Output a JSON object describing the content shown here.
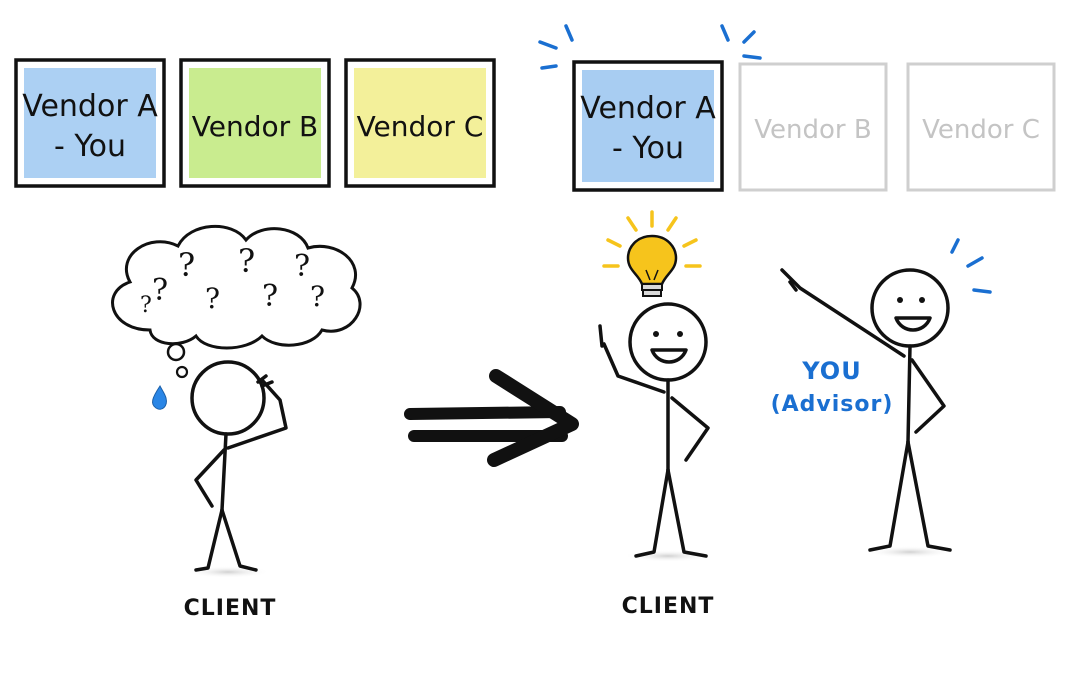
{
  "before": {
    "boxes": [
      {
        "line1": "Vendor A",
        "line2": "- You",
        "fill": "#a8cdf2"
      },
      {
        "line1": "Vendor B",
        "line2": "",
        "fill": "#c9ec8f"
      },
      {
        "line1": "Vendor C",
        "line2": "",
        "fill": "#f3f09a"
      }
    ],
    "thought_marks": [
      "?",
      "?",
      "?",
      "?",
      "?",
      "?",
      "?",
      "?"
    ],
    "client_label": "CLIENT"
  },
  "after": {
    "boxes": [
      {
        "line1": "Vendor A",
        "line2": "- You",
        "fill": "#a8cdf2",
        "status": "selected"
      },
      {
        "line1": "Vendor B",
        "line2": "",
        "status": "faded"
      },
      {
        "line1": "Vendor C",
        "line2": "",
        "status": "faded"
      }
    ],
    "client_label": "CLIENT",
    "advisor_label_line1": "YOU",
    "advisor_label_line2": "(Advisor)"
  },
  "colors": {
    "ink": "#111111",
    "faded_text": "#c4c4c4",
    "faded_border": "#cfcfcf",
    "accent_blue": "#1a6fd1",
    "bulb_yellow": "#f6c41c",
    "sweat_blue": "#2a86e6"
  },
  "icons": [
    "thought-bubble-icon",
    "sweat-drop-icon",
    "right-arrow-icon",
    "light-bulb-icon",
    "sparkle-icon"
  ]
}
